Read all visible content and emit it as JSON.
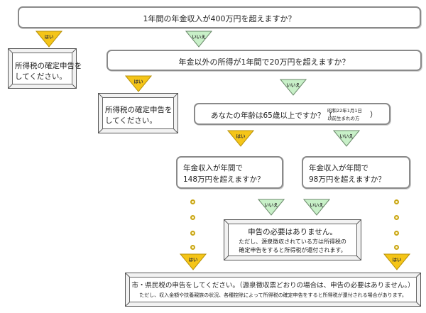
{
  "colors": {
    "yes": "#f5c518",
    "yes_stroke": "#b8920a",
    "no": "#c8f0c8",
    "no_stroke": "#6a8a6a",
    "box_border": "#8a8a8a",
    "dot": "#c9a616"
  },
  "labels": {
    "yes": "はい",
    "no": "いいえ"
  },
  "q1": {
    "text": "1年間の年金収入が400万円を超えますか？"
  },
  "r1": {
    "line1": "所得税の確定申告を",
    "line2": "してください。"
  },
  "q2": {
    "text": "年金以外の所得が1年間で20万円を超えますか？"
  },
  "r2": {
    "line1": "所得税の確定申告を",
    "line2": "してください。"
  },
  "q3": {
    "text": "あなたの年齢は65歳以上ですか？（",
    "note_line1": "昭和22年1月1日",
    "note_line2": "以前生まれの方",
    "close": "）"
  },
  "q4a": {
    "line1": "年金収入が年間で",
    "line2": "148万円を超えますか？"
  },
  "q4b": {
    "line1": "年金収入が年間で",
    "line2": "98万円を超えますか？"
  },
  "r3": {
    "line1": "申告の必要はありません。",
    "line2": "ただし、源泉徴収されている方は所得税の",
    "line3": "確定申告をすると所得税が還付されます。"
  },
  "r4": {
    "line1": "市・県民税の申告をしてください。（源泉徴収票どおりの場合は、申告の必要はありません。）",
    "line2": "ただし、収入金額や扶養親族の状況、各種控除によって所得税の確定申告をすると所得税が還付される場合があります。"
  }
}
